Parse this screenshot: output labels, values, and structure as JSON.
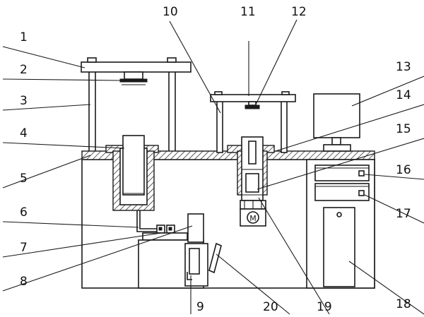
{
  "labels": {
    "l1": "1",
    "l2": "2",
    "l3": "3",
    "l4": "4",
    "l5": "5",
    "l6": "6",
    "l7": "7",
    "l8": "8",
    "l9": "9",
    "l10": "10",
    "l11": "11",
    "l12": "12",
    "l13": "13",
    "l14": "14",
    "l15": "15",
    "l16": "16",
    "l17": "17",
    "l18": "18",
    "l19": "19",
    "l20": "20"
  },
  "motor_symbol": "M"
}
